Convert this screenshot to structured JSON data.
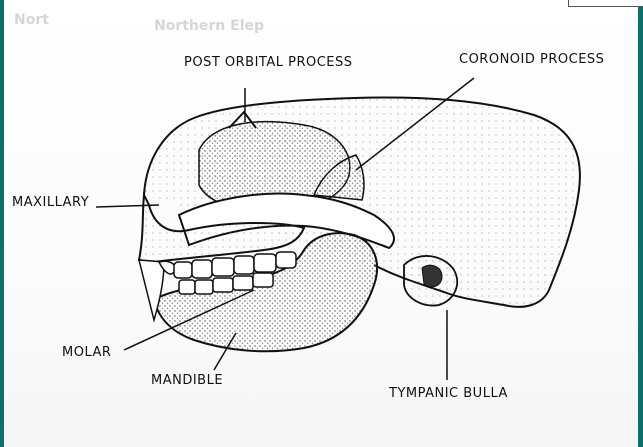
{
  "background": {
    "frame_color": "#0f6f6b",
    "faint_text_left": "Nort",
    "faint_text_right": "Northern Elep"
  },
  "labels": {
    "post_orbital": "POST ORBITAL PROCESS",
    "coronoid": "CORONOID PROCESS",
    "maxillary": "MAXILLARY",
    "molar": "MOLAR",
    "mandible": "MANDIBLE",
    "tympanic": "TYMPANIC BULLA"
  }
}
